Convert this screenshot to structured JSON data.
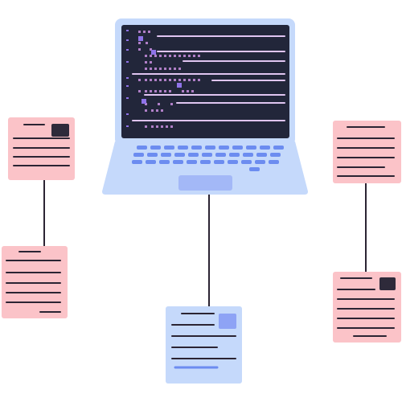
{
  "colors": {
    "background": "#ffffff",
    "laptop_body": "#c5d9fb",
    "laptop_keys": "#6c8cf0",
    "trackpad": "#a3b8f7",
    "screen": "#22263a",
    "code_line_primary": "#e0c5f1",
    "code_line_secondary": "#b07fc7",
    "code_glyph": "#8f73e8",
    "doc_card_pink": "#fbc3c8",
    "doc_card_blue": "#c5d9fb",
    "doc_text_line": "#2b2433",
    "doc_thumbnail_dark": "#2e2a3a",
    "doc_thumbnail_blue": "#8ea3f5",
    "connector": "#2b2433"
  },
  "scene": {
    "description_icons": [
      "laptop-icon",
      "code-editor-icon",
      "document-icon"
    ],
    "documents": [
      {
        "id": "doc-left-top",
        "color": "pink",
        "has_thumbnail": true
      },
      {
        "id": "doc-left-bottom",
        "color": "pink",
        "has_thumbnail": false
      },
      {
        "id": "doc-bottom-center",
        "color": "blue",
        "has_thumbnail": true
      },
      {
        "id": "doc-right-top",
        "color": "pink",
        "has_thumbnail": false
      },
      {
        "id": "doc-right-bottom",
        "color": "pink",
        "has_thumbnail": true
      }
    ]
  }
}
